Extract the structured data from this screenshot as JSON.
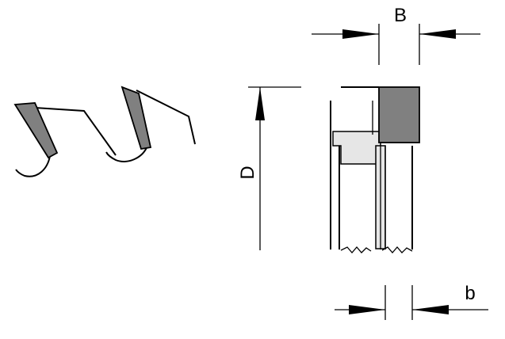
{
  "labels": {
    "B": "B",
    "D": "D",
    "b": "b"
  },
  "colors": {
    "tooth_tip": "#808080",
    "hub_fill": "#e6e6e6",
    "line": "#000000",
    "background": "#ffffff"
  }
}
